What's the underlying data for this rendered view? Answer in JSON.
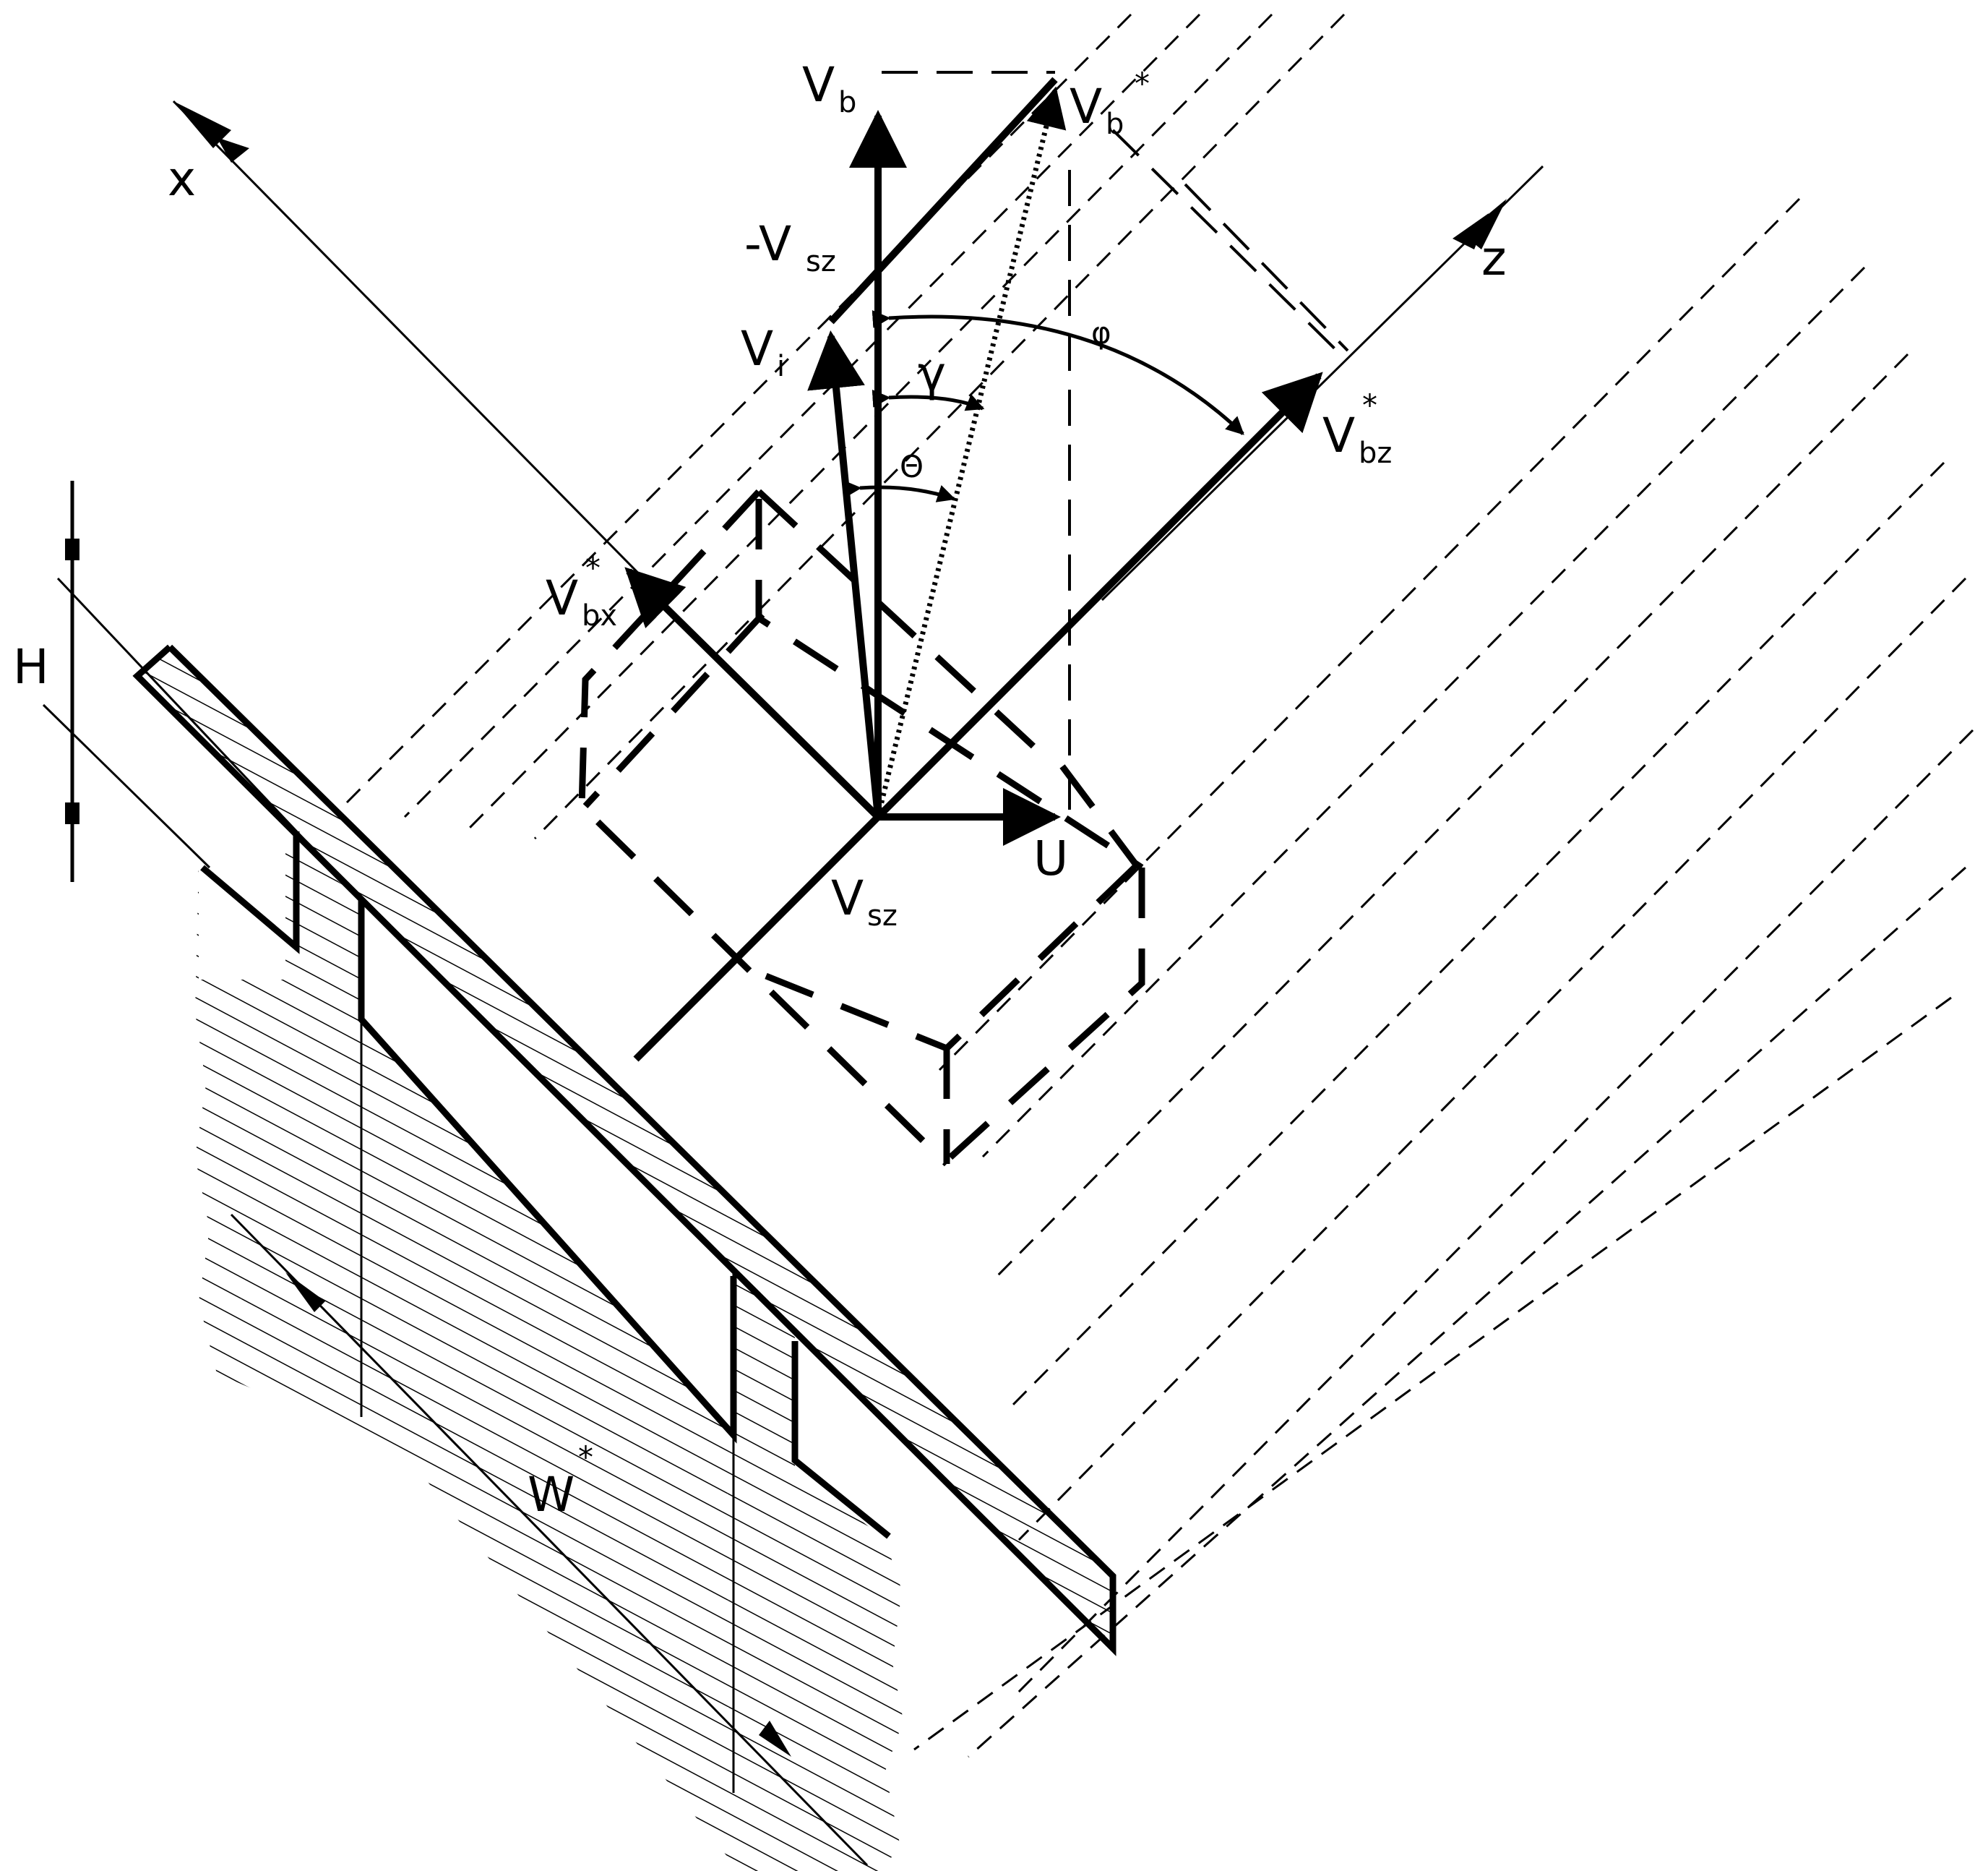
{
  "labels": {
    "x_axis": "x",
    "z_axis": "z",
    "vb": {
      "main": "V",
      "sub": "b"
    },
    "vb_star": {
      "main": "V",
      "sub": "b",
      "sup": "*"
    },
    "neg_vsz": {
      "main": "-V",
      "sub": "sz"
    },
    "vi": {
      "main": "V",
      "sub": "i"
    },
    "gamma": "γ",
    "theta": "Θ",
    "phi": "φ",
    "vbz_star": {
      "main": "V",
      "sub": "bz",
      "sup": "*"
    },
    "vbx_star": {
      "main": "V",
      "sub": "bx",
      "sup": "*"
    },
    "h": "H",
    "u": "U",
    "vsz": {
      "main": "V",
      "sub": "sz"
    },
    "w_star": {
      "main": "W",
      "sup": "*"
    }
  }
}
